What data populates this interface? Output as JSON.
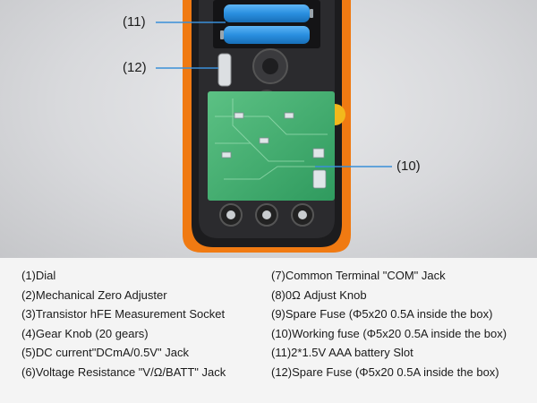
{
  "diagram": {
    "callouts": [
      {
        "id": "11",
        "label": "(11)"
      },
      {
        "id": "12",
        "label": "(12)"
      },
      {
        "id": "10",
        "label": "(10)"
      }
    ],
    "colors": {
      "orange": "#f07a12",
      "shell": "#1c1c1e",
      "pcb": "#3aa66a",
      "battery": "#2a8fe0",
      "knob": "#f2b81c"
    }
  },
  "legend": {
    "left": [
      "(1)Dial",
      "(2)Mechanical Zero Adjuster",
      "(3)Transistor hFE Measurement Socket",
      "(4)Gear Knob (20 gears)",
      "(5)DC current\"DCmA/0.5V\" Jack",
      "(6)Voltage Resistance \"V/Ω/BATT\" Jack"
    ],
    "right": [
      "(7)Common Terminal \"COM\" Jack",
      "(8)0Ω Adjust Knob",
      "(9)Spare Fuse (Φ5x20 0.5A inside the box)",
      "(10)Working fuse (Φ5x20 0.5A inside the box)",
      "(11)2*1.5V AAA battery Slot",
      "(12)Spare Fuse (Φ5x20 0.5A inside the box)"
    ]
  }
}
